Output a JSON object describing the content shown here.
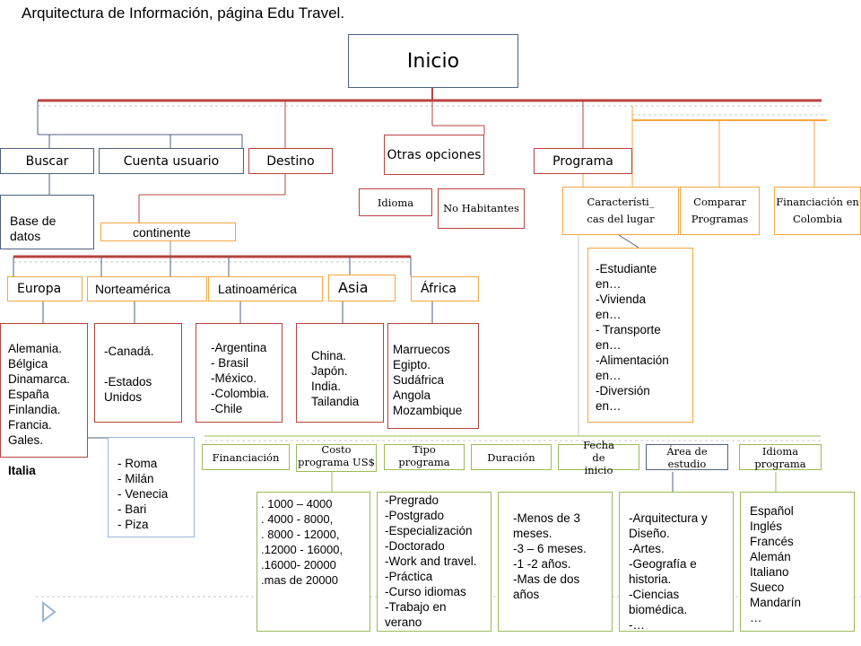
{
  "title": "Arquitectura de Información, página Edu Travel.",
  "colors": {
    "slate": "#4f6180",
    "red": "#b8433f",
    "orange": "#f2a742",
    "olive": "#9bbb59",
    "lightblue": "#9ab5d6"
  },
  "nodes": {
    "inicio": "Inicio",
    "buscar": "Buscar",
    "cuenta_usuario": "Cuenta usuario",
    "destino": "Destino",
    "otras_opciones": "Otras opciones",
    "programa": "Programa",
    "base_datos": "Base de datos",
    "idioma": "Idioma",
    "no_habitantes": "No Habitantes",
    "continente": "continente",
    "caracteristicas": "Característi_ cas del lugar",
    "comparar": "Comparar Programas",
    "financiacion_colombia": "Financiación en Colombia",
    "europa": "Europa",
    "norteamerica": "Norteamérica",
    "latinoamerica": "Latinoamérica",
    "asia": "Asia",
    "africa": "África",
    "financiacion": "Financiación",
    "costo": "Costo programa US$",
    "tipo": "Tipo programa",
    "duracion": "Duración",
    "fecha_inicio": "Fecha de inicio",
    "area_estudio": "Área de estudio",
    "idioma_programa": "Idioma programa"
  },
  "lists": {
    "europa": "Alemania.\nBélgica\nDinamarca.\nEspaña\nFinlandia.\nFrancia.\nGales.",
    "europa_bold": "Italia",
    "italia": "- Roma\n- Milán\n- Venecia\n- Bari\n- Piza",
    "norteamerica": "-Canadá.\n\n-Estados\nUnidos",
    "latinoamerica": "-Argentina\n- Brasil\n-México.\n-Colombia.\n-Chile",
    "asia": "China.\nJapón.\nIndia.\nTailandia",
    "africa": "Marruecos\nEgipto.\nSudáfrica\nAngola\nMozambique",
    "caracteristicas": "-Estudiante\nen…\n-Vivienda\nen…\n- Transporte\nen…\n-Alimentación\nen…\n-Diversión\nen…",
    "costo": ". 1000 –   4000\n. 4000 -    8000,\n. 8000 -  12000,\n.12000 - 16000,\n.16000-  20000\n.mas de 20000",
    "tipo": "-Pregrado\n-Postgrado\n-Especialización\n-Doctorado\n-Work and travel.\n-Práctica\n-Curso idiomas\n-Trabajo en\nverano",
    "duracion": "-Menos de 3\nmeses.\n-3 – 6 meses.\n-1 -2 años.\n-Mas de dos\naños",
    "area": "-Arquitectura y\nDiseño.\n-Artes.\n-Geografía e\nhistoria.\n-Ciencias\nbiomédica.\n-…",
    "idiomas": "Español\nInglés\nFrancés\nAlemán\nItaliano\nSueco\nMandarín\n…"
  }
}
